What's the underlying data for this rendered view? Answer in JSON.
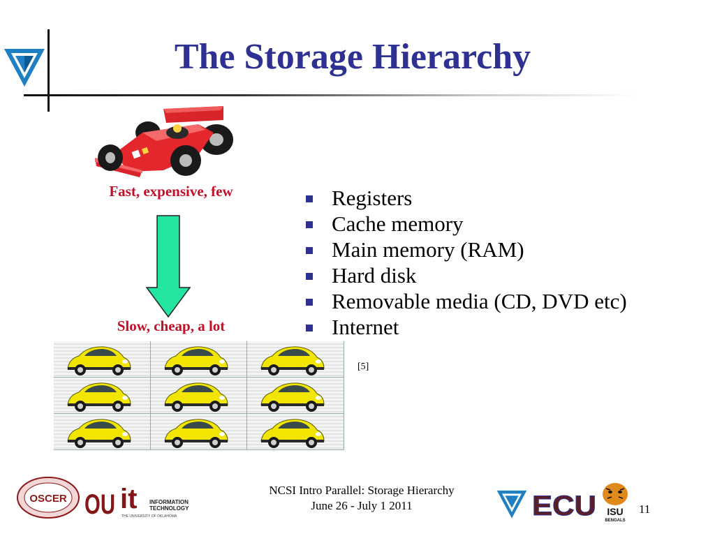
{
  "slide": {
    "title": "The Storage Hierarchy",
    "top_label": "Fast, expensive, few",
    "bottom_label": "Slow, cheap, a lot",
    "bullets": [
      "Registers",
      "Cache memory",
      "Main memory (RAM)",
      "Hard disk",
      "Removable media (CD, DVD etc)",
      "Internet"
    ],
    "citation": "[5]"
  },
  "footer": {
    "line1": "NCSI Intro Parallel: Storage Hierarchy",
    "line2": "June 26 - July 1 2011",
    "page_number": "11",
    "logos": {
      "oscer": "OSCER",
      "ou": "OU",
      "it": "it",
      "it_line1": "INFORMATION",
      "it_line2": "TECHNOLOGY",
      "it_line3": "THE UNIVERSITY OF OKLAHOMA",
      "ecu": "ECU",
      "isu": "ISU",
      "isu_sub": "BENGALS"
    }
  },
  "colors": {
    "title": "#2e3192",
    "label": "#c0102a",
    "bullet": "#2e3192",
    "arrow": "#22e6a0"
  }
}
